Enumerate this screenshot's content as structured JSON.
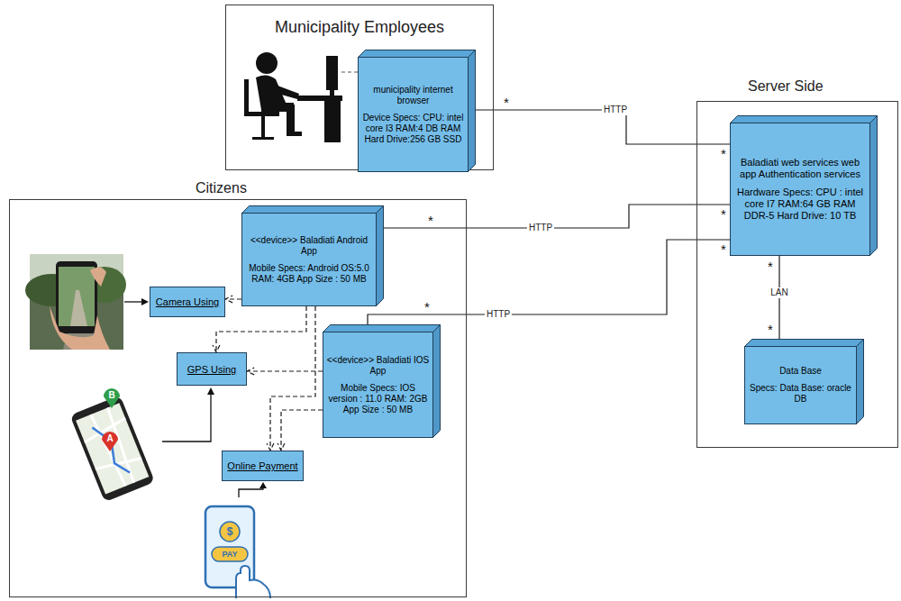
{
  "diagram": {
    "nodes": [
      {
        "text": [
          "Municipality Employees"
        ]
      },
      {
        "text": [
          "municipality internet browser",
          "Device Specs: CPU: intel core I3 RAM:4 DB RAM Hard Drive:256 GB SSD"
        ],
        "in": 0
      },
      {
        "text": [
          "Server Side"
        ]
      },
      {
        "text": [
          "Baladiati web services web app Authentication services",
          "Hardware Specs: CPU : intel core I7 RAM:64 GB RAM DDR-5 Hard Drive: 10 TB"
        ],
        "in": 2
      },
      {
        "text": [
          "Data Base",
          "Specs: Data Base: oracle DB"
        ],
        "in": 2
      },
      {
        "text": [
          "Citizens"
        ]
      },
      {
        "text": [
          "<<device>> Baladiati Android App",
          "Mobile Specs: Android OS:5.0 RAM: 4GB App Size : 50 MB"
        ],
        "in": 5
      },
      {
        "text": [
          "Camera Using"
        ],
        "in": 5
      },
      {
        "text": [
          "GPS Using"
        ],
        "in": 5
      },
      {
        "text": [
          "<<device>> Baladiati IOS App",
          "Mobile Specs: IOS version : 11.0 RAM: 2GB App Size : 50 MB"
        ],
        "in": 5
      },
      {
        "text": [
          "Online Payment"
        ],
        "in": 5
      }
    ],
    "edges": [
      {
        "from": 1,
        "to": 3,
        "label": "HTTP",
        "arrow": "none"
      },
      {
        "from": 6,
        "to": 3,
        "label": "HTTP",
        "arrow": "none"
      },
      {
        "from": 9,
        "to": 3,
        "label": "HTTP",
        "arrow": "none"
      },
      {
        "from": 3,
        "to": 4,
        "label": "LAN",
        "arrow": "none"
      },
      {
        "from": 6,
        "to": 7,
        "arrow": "to"
      },
      {
        "from": 6,
        "to": 8,
        "arrow": "to"
      },
      {
        "from": 6,
        "to": 10,
        "arrow": "to"
      },
      {
        "from": 9,
        "to": 8,
        "arrow": "to"
      },
      {
        "from": 9,
        "to": 10,
        "arrow": "to"
      }
    ],
    "labels": [
      "*",
      "*",
      "*",
      "*",
      "*",
      "*",
      "*",
      "*",
      "B",
      "A",
      "$",
      "PAY"
    ]
  }
}
